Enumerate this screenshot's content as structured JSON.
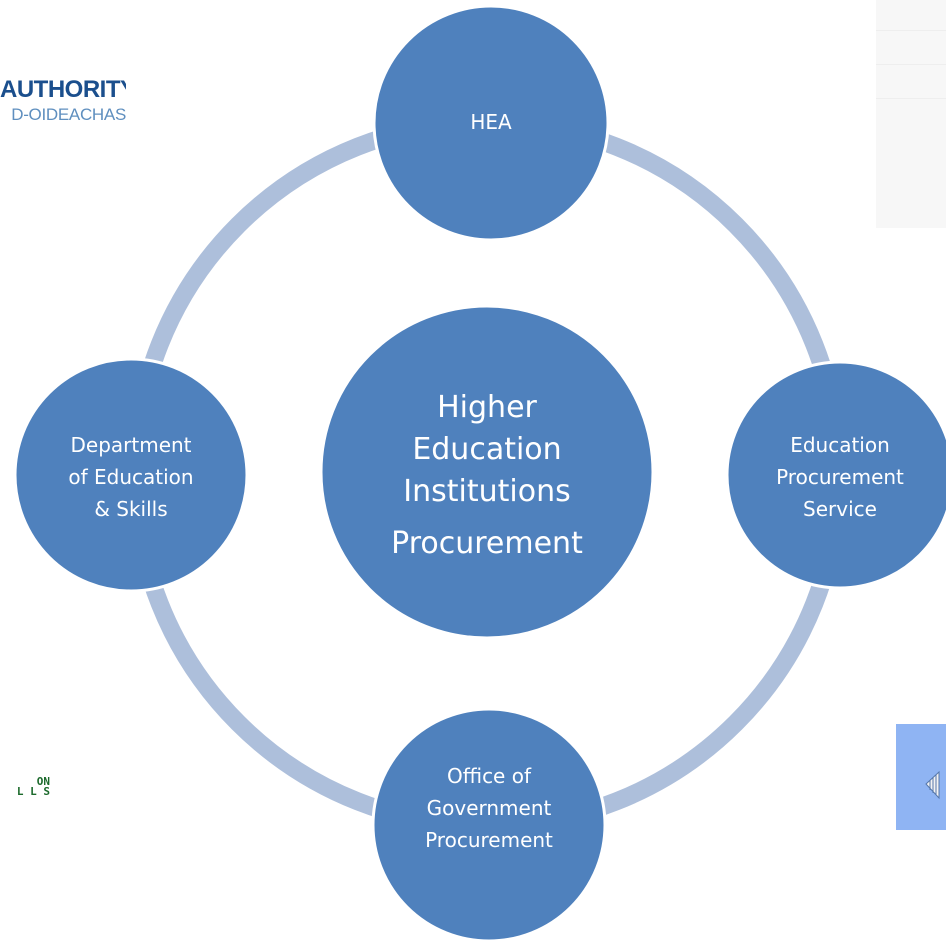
{
  "diagram": {
    "center": {
      "lines": [
        "Higher",
        "Education",
        "Institutions"
      ],
      "subtitle": "Procurement"
    },
    "nodes": {
      "top": {
        "lines": [
          "HEA"
        ]
      },
      "right": {
        "lines": [
          "Education",
          "Procurement",
          "Service"
        ]
      },
      "bottom": {
        "lines": [
          "Office of",
          "Government",
          "Procurement"
        ]
      },
      "left": {
        "lines": [
          "Department",
          "of Education",
          "& Skills"
        ]
      }
    }
  },
  "logos": {
    "hea_line1": "AUTHORITY",
    "hea_line2": "D-OIDEACHAS",
    "des_line1": "ON",
    "des_line2": "L L S"
  },
  "colors": {
    "node_fill": "#4f81bd",
    "node_stroke": "#ffffff",
    "ring": "#adbfdb",
    "text": "#ffffff"
  }
}
